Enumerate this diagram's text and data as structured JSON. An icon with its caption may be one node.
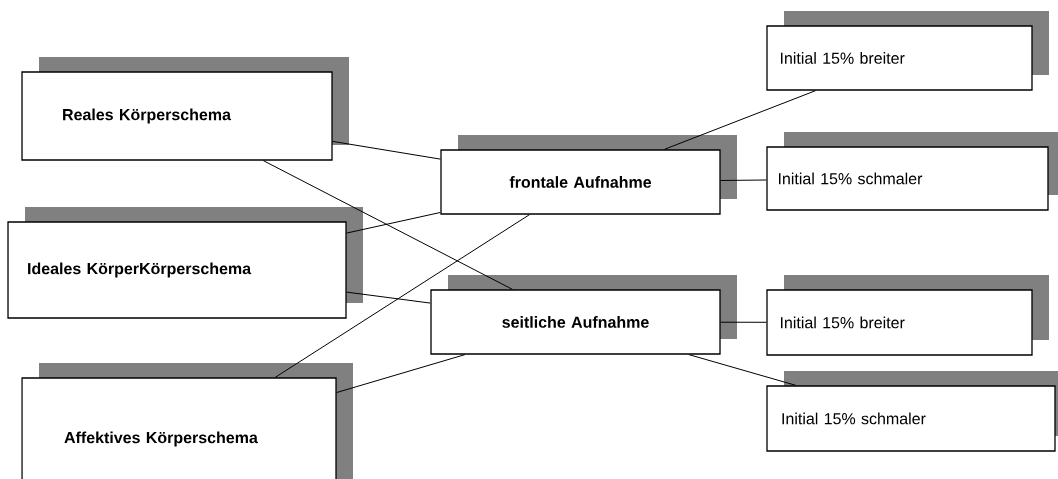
{
  "diagram": {
    "nodes": [
      {
        "text": [
          "Reales Körperschema"
        ]
      },
      {
        "text": [
          "Ideales KörperKörperschema"
        ]
      },
      {
        "text": [
          "Affektives Körperschema"
        ]
      },
      {
        "text": [
          "frontale Aufnahme"
        ]
      },
      {
        "text": [
          "seitliche Aufnahme"
        ]
      },
      {
        "text": [
          "Initial 15% breiter"
        ]
      },
      {
        "text": [
          "Initial 15% schmaler"
        ]
      },
      {
        "text": [
          "Initial 15% breiter"
        ]
      },
      {
        "text": [
          "Initial 15% schmaler"
        ]
      }
    ],
    "edges": [
      {
        "from": 0,
        "to": 3,
        "arrow": "none"
      },
      {
        "from": 0,
        "to": 4,
        "arrow": "none"
      },
      {
        "from": 1,
        "to": 3,
        "arrow": "none"
      },
      {
        "from": 1,
        "to": 4,
        "arrow": "none"
      },
      {
        "from": 2,
        "to": 3,
        "arrow": "none"
      },
      {
        "from": 2,
        "to": 4,
        "arrow": "none"
      },
      {
        "from": 3,
        "to": 5,
        "arrow": "none"
      },
      {
        "from": 3,
        "to": 6,
        "arrow": "none"
      },
      {
        "from": 4,
        "to": 7,
        "arrow": "none"
      },
      {
        "from": 4,
        "to": 8,
        "arrow": "none"
      }
    ]
  }
}
